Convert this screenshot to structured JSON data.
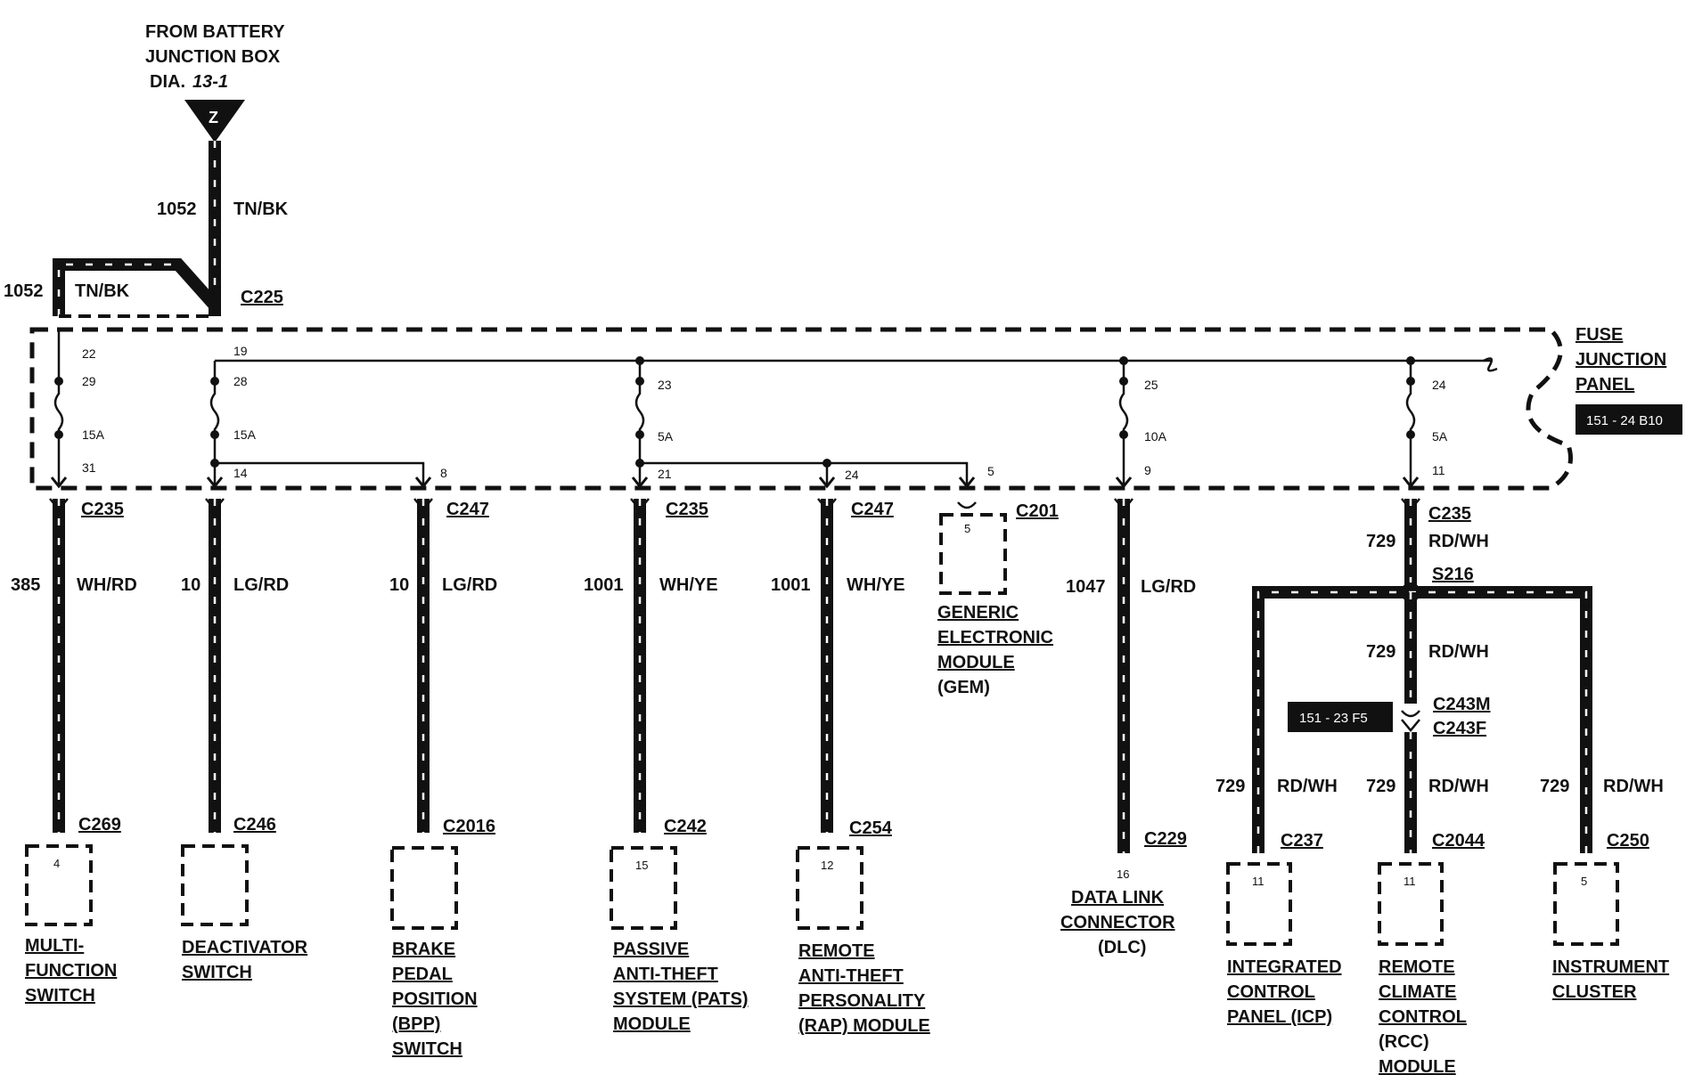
{
  "source": {
    "lines": [
      "FROM BATTERY",
      "JUNCTION BOX"
    ],
    "dia_prefix": "DIA.",
    "dia_ref": "13-1",
    "terminal": "Z"
  },
  "top_feed": {
    "circuit": "1052",
    "color": "TN/BK"
  },
  "left_feed": {
    "circuit": "1052",
    "color": "TN/BK"
  },
  "c225": "C225",
  "panel": {
    "lines": [
      "FUSE",
      "JUNCTION",
      "PANEL"
    ],
    "ref": "151 - 24 B10"
  },
  "bus_pin": "19",
  "fuses": [
    {
      "pins": [
        "22",
        "29"
      ],
      "rating": "15A",
      "out_pin": "31"
    },
    {
      "pins": [
        "28"
      ],
      "rating": "15A",
      "out_pin": "14"
    },
    {
      "pins": [
        "23"
      ],
      "rating": "5A",
      "out_pin": "21"
    },
    {
      "pins": [
        "25"
      ],
      "rating": "10A",
      "out_pin": "9"
    },
    {
      "pins": [
        "24"
      ],
      "rating": "5A",
      "out_pin": "11"
    }
  ],
  "branch_pins": {
    "p8": "8",
    "p24": "24",
    "p5": "5"
  },
  "branches": [
    {
      "top_conn": "C235",
      "circuit": "385",
      "color": "WH/RD",
      "bot_conn": "C269",
      "pin": "4",
      "name": [
        "MULTI-",
        "FUNCTION",
        "SWITCH"
      ]
    },
    {
      "top_conn": "",
      "circuit": "10",
      "color": "LG/RD",
      "bot_conn": "C246",
      "pin": "",
      "name": [
        "DEACTIVATOR",
        "SWITCH"
      ]
    },
    {
      "top_conn": "C247",
      "circuit": "10",
      "color": "LG/RD",
      "bot_conn": "C2016",
      "pin": "",
      "name": [
        "BRAKE",
        "PEDAL",
        "POSITION",
        "(BPP)",
        "SWITCH"
      ]
    },
    {
      "top_conn": "C235",
      "circuit": "1001",
      "color": "WH/YE",
      "bot_conn": "C242",
      "pin": "15",
      "name": [
        "PASSIVE",
        "ANTI-THEFT",
        "SYSTEM (PATS)",
        "MODULE"
      ]
    },
    {
      "top_conn": "C247",
      "circuit": "1001",
      "color": "WH/YE",
      "bot_conn": "C254",
      "pin": "12",
      "name": [
        "REMOTE",
        "ANTI-THEFT",
        "PERSONALITY",
        "(RAP) MODULE"
      ]
    },
    {
      "top_conn": "C201",
      "circuit": "",
      "color": "",
      "bot_conn": "",
      "pin": "5",
      "name": [
        "GENERIC",
        "ELECTRONIC",
        "MODULE",
        "(GEM)"
      ]
    },
    {
      "top_conn": "",
      "circuit": "1047",
      "color": "LG/RD",
      "bot_conn": "C229",
      "pin": "16",
      "name": [
        "DATA LINK",
        "CONNECTOR",
        "(DLC)"
      ]
    }
  ],
  "right_group": {
    "top_conn": "C235",
    "feed": {
      "circuit": "729",
      "color": "RD/WH"
    },
    "splice": "S216",
    "mid": {
      "circuit": "729",
      "color": "RD/WH"
    },
    "inline_ref": "151 - 23 F5",
    "inline_conn": [
      "C243M",
      "C243F"
    ],
    "loads": [
      {
        "circuit": "729",
        "color": "RD/WH",
        "conn": "C237",
        "pin": "11",
        "name": [
          "INTEGRATED",
          "CONTROL",
          "PANEL (ICP)"
        ]
      },
      {
        "circuit": "729",
        "color": "RD/WH",
        "conn": "C2044",
        "pin": "11",
        "name": [
          "REMOTE",
          "CLIMATE",
          "CONTROL",
          "(RCC)",
          "MODULE"
        ]
      },
      {
        "circuit": "729",
        "color": "RD/WH",
        "conn": "C250",
        "pin": "5",
        "name": [
          "INSTRUMENT",
          "CLUSTER"
        ]
      }
    ]
  }
}
